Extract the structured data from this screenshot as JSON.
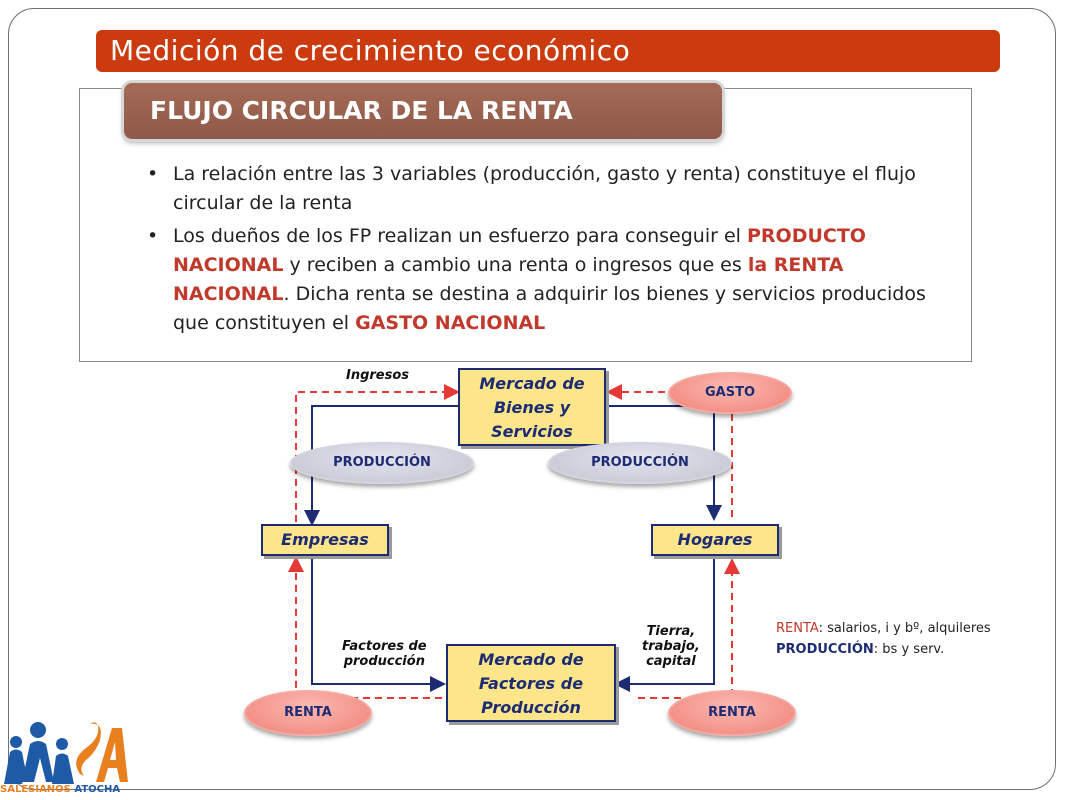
{
  "slide": {
    "title": "Medición de crecimiento económico",
    "section_title": "FLUJO CIRCULAR DE LA RENTA"
  },
  "bullets": [
    {
      "text_a": "La relación entre las 3 variables (producción, gasto y renta) constituye el flujo circular de la renta"
    },
    {
      "text_a": "Los dueños de los FP realizan un esfuerzo para conseguir el ",
      "hl_a": "PRODUCTO NACIONAL",
      "text_b": " y reciben a cambio una renta o ingresos que es ",
      "hl_b": "la RENTA NACIONAL",
      "text_c": ". Dicha renta se destina a adquirir los bienes y servicios producidos que constituyen el ",
      "hl_c": "GASTO NACIONAL"
    }
  ],
  "diagram": {
    "boxes": {
      "bienes": [
        "Mercado de",
        "Bienes y",
        "Servicios"
      ],
      "empresas": "Empresas",
      "hogares": "Hogares",
      "factores": [
        "Mercado de",
        "Factores de",
        "Producción"
      ]
    },
    "labels": {
      "ingresos": "Ingresos",
      "factores_produccion": [
        "Factores de",
        "producción"
      ],
      "tierra": [
        "Tierra,",
        "trabajo,",
        "capital"
      ]
    },
    "pills": {
      "gasto": "GASTO",
      "produccion_left": "PRODUCCIÓN",
      "produccion_right": "PRODUCCIÓN",
      "renta_left": "RENTA",
      "renta_right": "RENTA"
    }
  },
  "legend": {
    "renta_key": "RENTA",
    "renta_text": ": salarios, i y bº, alquileres",
    "produccion_key": "PRODUCCIÓN",
    "produccion_text": ": bs y serv."
  },
  "logo": {
    "name_a": "SALESIANOS",
    "name_b": "ATOCHA",
    "colors": {
      "blue": "#1f5aa6",
      "orange": "#e8801f"
    }
  },
  "colors": {
    "title_bar": "#cc3b10",
    "section_tab": "#9b6352",
    "highlight": "#c0392b",
    "flow_blue": "#1d2b73",
    "flow_red": "#e53935",
    "box_fill": "#fde68a"
  }
}
